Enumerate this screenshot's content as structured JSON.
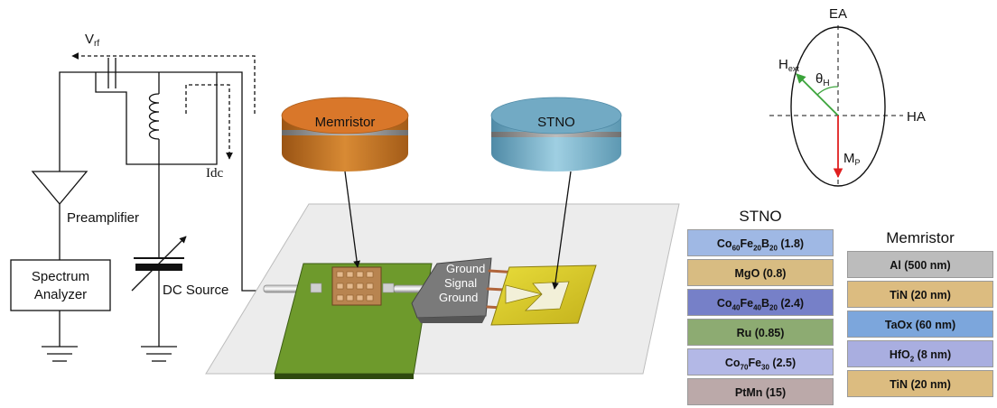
{
  "circuit": {
    "vrf_label": "V",
    "vrf_sub": "rf",
    "idc_label": "Idc",
    "preamp_label": "Preamplifier",
    "spectrum_analyzer_line1": "Spectrum",
    "spectrum_analyzer_line2": "Analyzer",
    "dc_source_label": "DC Source"
  },
  "devices": {
    "memristor_label": "Memristor",
    "stno_label": "STNO",
    "probe_ground_top": "Ground",
    "probe_signal": "Signal",
    "probe_ground_bottom": "Ground"
  },
  "ellipse": {
    "easy_axis": "EA",
    "hard_axis": "HA",
    "field": "H",
    "field_sub": "ext",
    "angle": "θ",
    "angle_sub": "H",
    "magnetization": "M",
    "magnetization_sub": "P"
  },
  "stno_stack": {
    "title": "STNO",
    "layers": [
      {
        "parts": [
          [
            "Co",
            "60"
          ],
          [
            "Fe",
            "20"
          ],
          [
            "B",
            "20"
          ]
        ],
        "tail": " (1.8)",
        "color": "#9fb8e4"
      },
      {
        "parts": [
          [
            "MgO",
            ""
          ]
        ],
        "tail": " (0.8)",
        "color": "#d8bc82"
      },
      {
        "parts": [
          [
            "Co",
            "40"
          ],
          [
            "Fe",
            "40"
          ],
          [
            "B",
            "20"
          ]
        ],
        "tail": " (2.4)",
        "color": "#7680c8"
      },
      {
        "parts": [
          [
            "Ru",
            ""
          ]
        ],
        "tail": " (0.85)",
        "color": "#8dab72"
      },
      {
        "parts": [
          [
            "Co",
            "70"
          ],
          [
            "Fe",
            "30"
          ]
        ],
        "tail": " (2.5)",
        "color": "#b3b8e6"
      },
      {
        "parts": [
          [
            "PtMn",
            ""
          ]
        ],
        "tail": " (15)",
        "color": "#bba9a9"
      }
    ]
  },
  "memristor_stack": {
    "title": "Memristor",
    "layers": [
      {
        "parts": [
          [
            "Al",
            ""
          ]
        ],
        "tail": " (500 nm)",
        "color": "#bcbcbc"
      },
      {
        "parts": [
          [
            "TiN",
            ""
          ]
        ],
        "tail": " (20 nm)",
        "color": "#dcbc80"
      },
      {
        "parts": [
          [
            "TaOx",
            ""
          ]
        ],
        "tail": " (60 nm)",
        "color": "#7ca6dc"
      },
      {
        "parts": [
          [
            "HfO",
            "2"
          ]
        ],
        "tail": " (8 nm)",
        "color": "#a9aee0"
      },
      {
        "parts": [
          [
            "TiN",
            ""
          ]
        ],
        "tail": " (20 nm)",
        "color": "#dcbc80"
      }
    ]
  },
  "colors": {
    "memristor_body": "#c8711e",
    "stno_body": "#6fa9c2",
    "board_green": "#6e9a2c",
    "pad_yellow": "#d4c424",
    "probe_gray": "#7a7a7a",
    "field_arrow": "#3aa33a",
    "magnetization_arrow": "#e02020"
  }
}
